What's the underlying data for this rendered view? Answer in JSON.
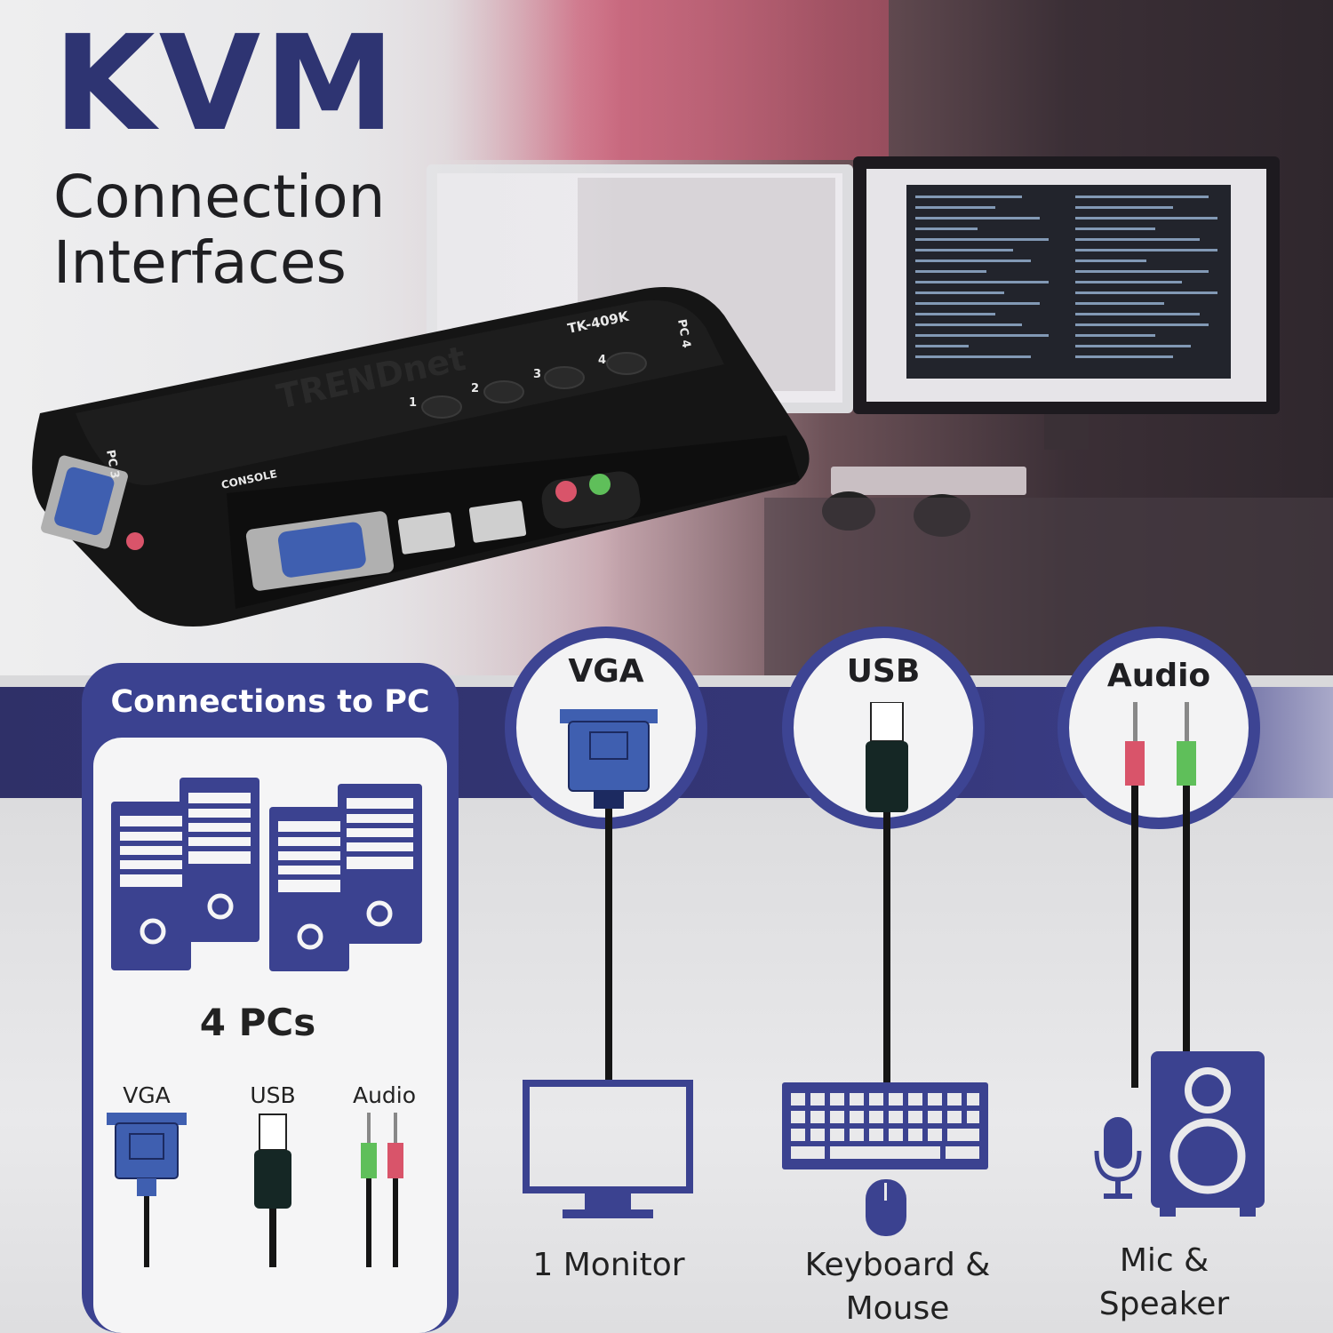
{
  "title": {
    "main": "KVM",
    "sub_line1": "Connection",
    "sub_line2": "Interfaces"
  },
  "device": {
    "brand": "TRENDnet",
    "model": "TK-409K",
    "console_label": "CONSOLE",
    "port_left": "PC 3",
    "port_right": "PC 4",
    "buttons": [
      "1",
      "2",
      "3",
      "4"
    ]
  },
  "pc_panel": {
    "title": "Connections to PC",
    "count_label": "4 PCs",
    "connectors": [
      "VGA",
      "USB",
      "Audio"
    ]
  },
  "interfaces": [
    {
      "name": "VGA",
      "device_label": "1 Monitor"
    },
    {
      "name": "USB",
      "device_label_line1": "Keyboard &",
      "device_label_line2": "Mouse"
    },
    {
      "name": "Audio",
      "device_label_line1": "Mic &",
      "device_label_line2": "Speaker"
    }
  ],
  "colors": {
    "navy": "#2e3472",
    "accent_blue": "#3d4493",
    "vga_blue": "#3f5fb0",
    "audio_pink": "#d9546a",
    "audio_green": "#5fbf5a"
  }
}
